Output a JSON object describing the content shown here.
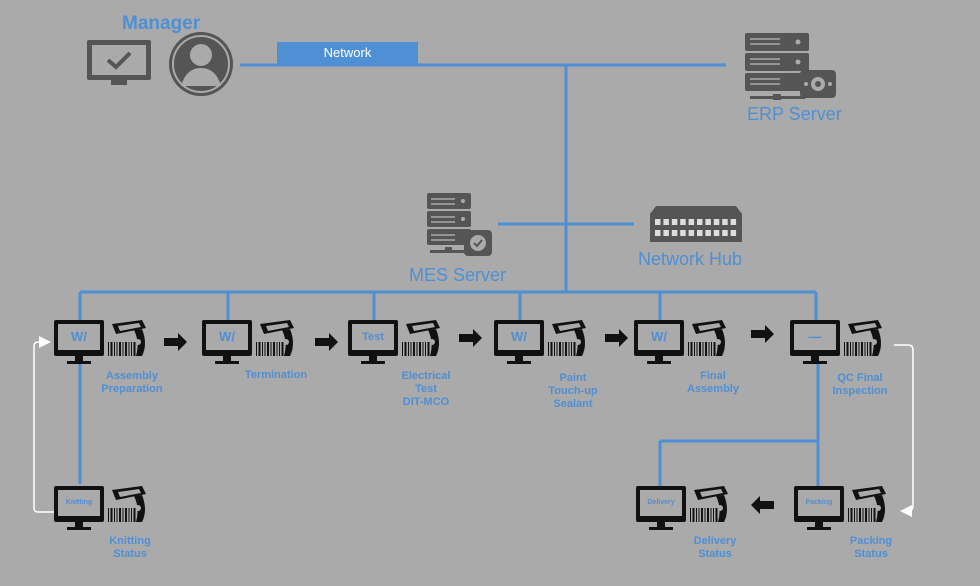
{
  "manager": {
    "title": "Manager"
  },
  "network": {
    "label": "Network"
  },
  "erp": {
    "label": "ERP Server"
  },
  "mes": {
    "label": "MES Server"
  },
  "hub": {
    "label": "Network Hub"
  },
  "stations": [
    {
      "id": "assembly",
      "screen": "W/",
      "label_lines": [
        "Assembly",
        "Preparation"
      ]
    },
    {
      "id": "termination",
      "screen": "W/",
      "label_lines": [
        "Termination"
      ]
    },
    {
      "id": "electrical-test",
      "screen": "Test",
      "label_lines": [
        "Electrical",
        "Test",
        "DIT-MCO"
      ]
    },
    {
      "id": "paint",
      "screen": "W/",
      "label_lines": [
        "Paint",
        "Touch-up",
        "Sealant"
      ]
    },
    {
      "id": "final-assembly",
      "screen": "W/",
      "label_lines": [
        "Final",
        "Assembly"
      ]
    },
    {
      "id": "qc-final",
      "screen": "—",
      "label_lines": [
        "QC Final",
        "Inspection"
      ]
    },
    {
      "id": "knitting",
      "screen": "Knitting",
      "label_lines": [
        "Knitting",
        "Status"
      ]
    },
    {
      "id": "delivery",
      "screen": "Delivery",
      "label_lines": [
        "Delivery",
        "Status"
      ]
    },
    {
      "id": "packing",
      "screen": "Packing",
      "label_lines": [
        "Packing",
        "Status"
      ]
    }
  ],
  "colors": {
    "line": "#4f8fd4",
    "device": "#111111",
    "background": "#aaaaaa",
    "icon_gray": "#555555"
  }
}
